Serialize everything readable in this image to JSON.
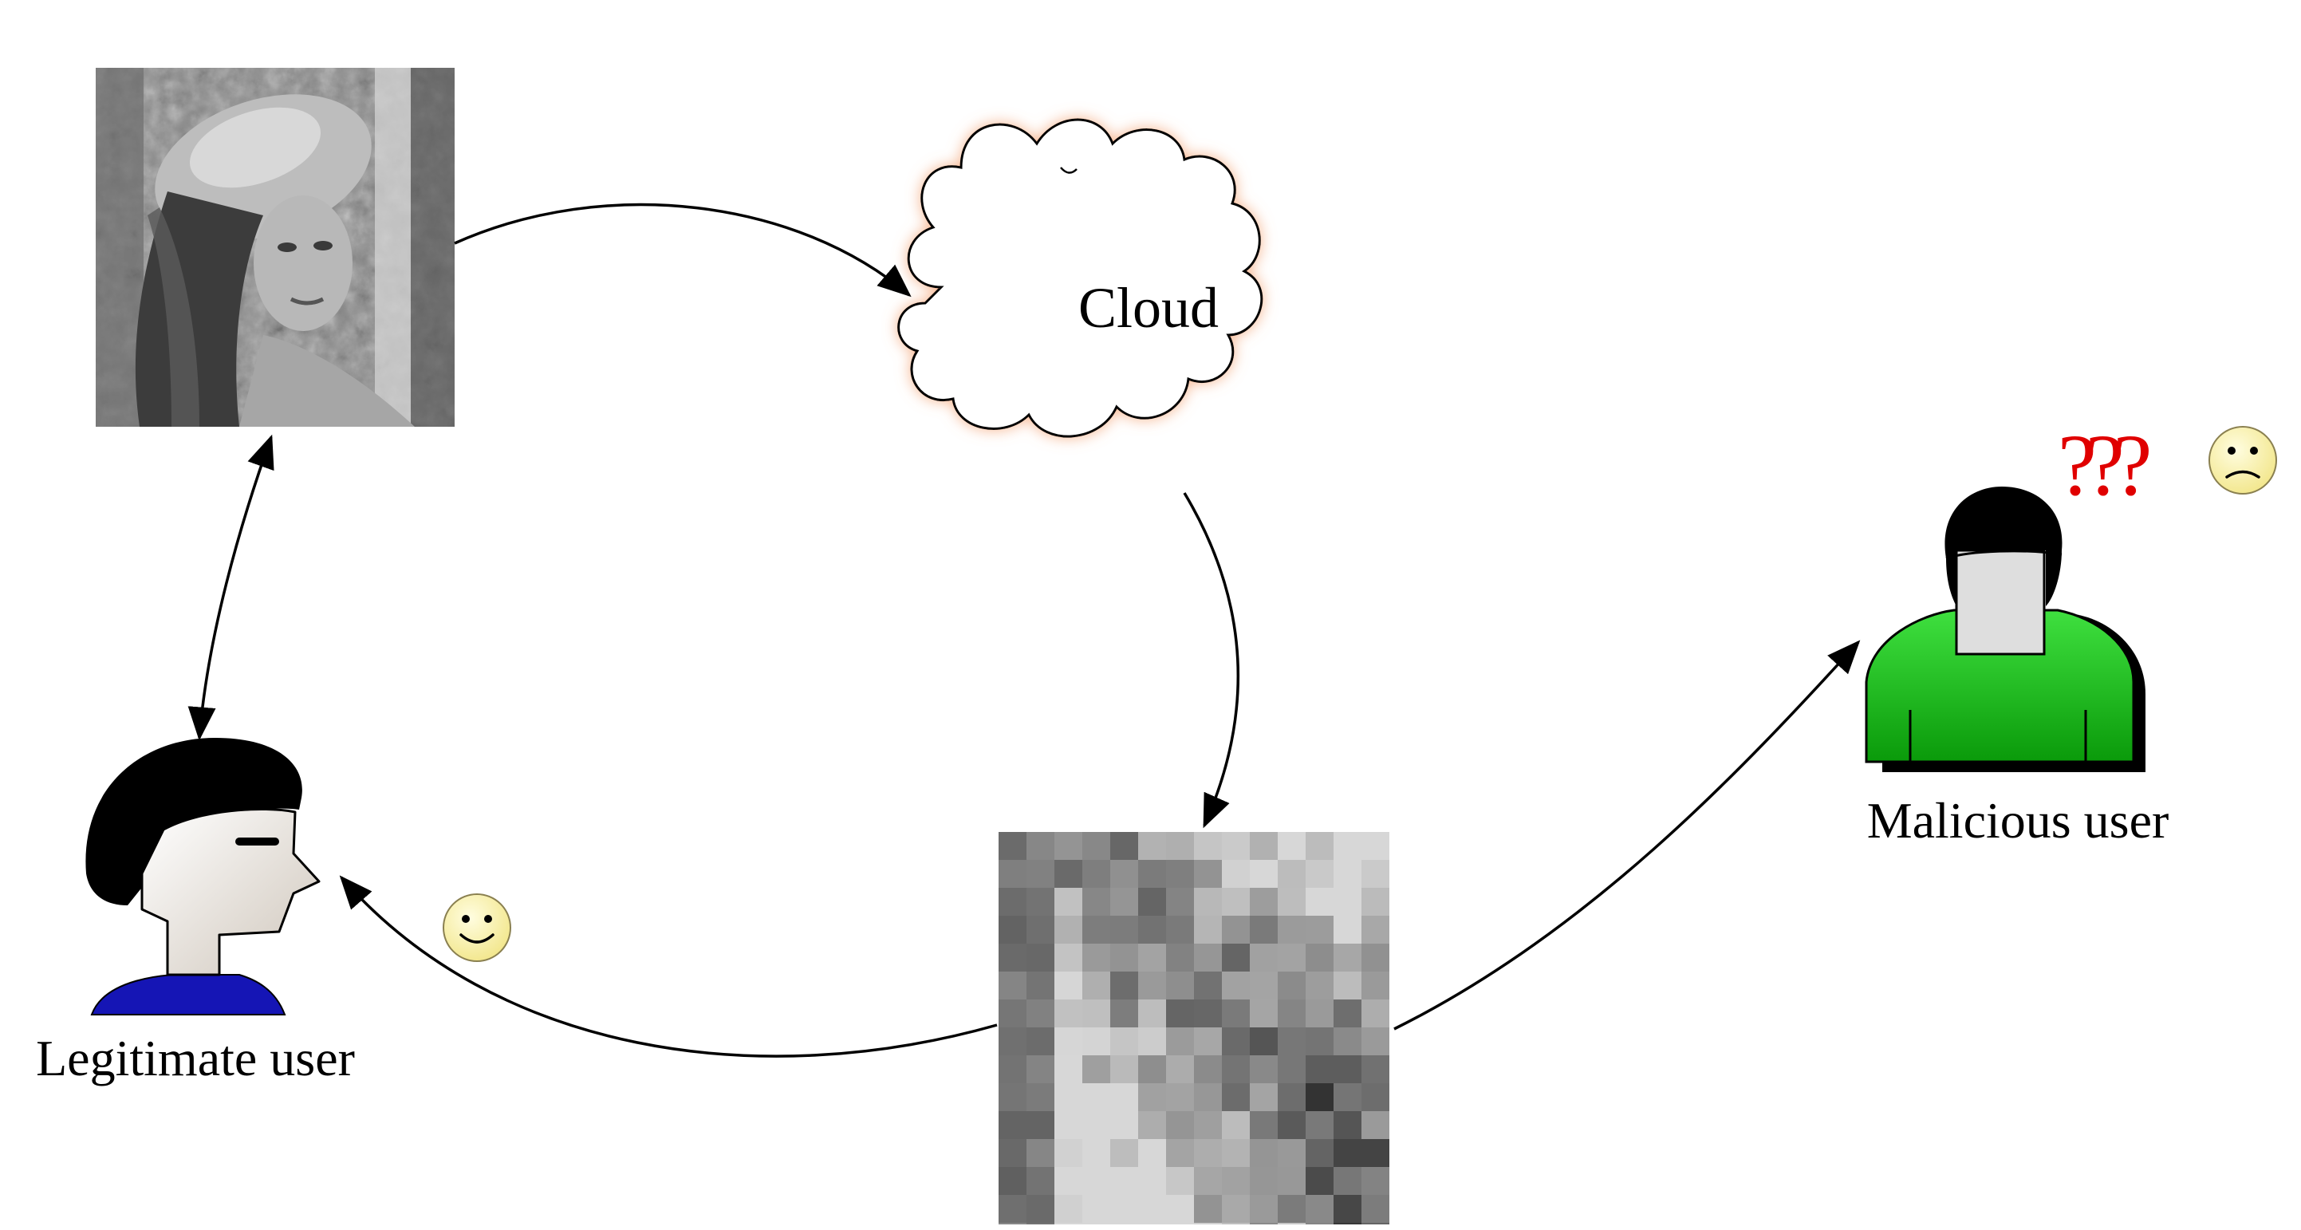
{
  "diagram": {
    "cloud_label": "Cloud",
    "legitimate_user_label": "Legitimate user",
    "malicious_user_label": "Malicious user",
    "question_marks": "???"
  },
  "colors": {
    "question_marks": "#e00000",
    "malicious_shirt": "#1fc81f",
    "legitimate_shirt": "#1a1ab0",
    "smiley_fill": "#fff5a8",
    "cloud_glow": "#f4b08a",
    "arrow": "#000000"
  },
  "icons": {
    "happy": "smiley-face-icon",
    "sad": "frown-face-icon"
  }
}
